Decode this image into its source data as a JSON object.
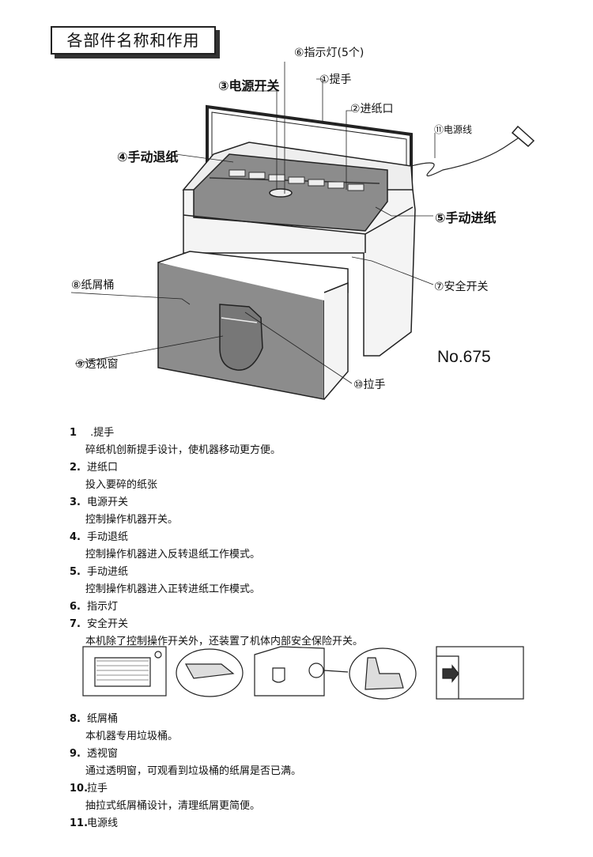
{
  "title": "各部件名称和作用",
  "model": "No.675",
  "labels": {
    "indicator": "⑥指示灯(5个)",
    "power_switch": "③电源开关",
    "handle": "①提手",
    "paper_inlet": "②进纸口",
    "power_cord": "⑪电源线",
    "manual_reverse": "④手动退纸",
    "manual_feed": "⑤手动进纸",
    "bin": "⑧纸屑桶",
    "safety_switch": "⑦安全开关",
    "window": "⑨透视窗",
    "pull_handle": "⑩拉手"
  },
  "items": [
    {
      "num": "1",
      "name": " .提手",
      "desc": "碎纸机创新提手设计，使机器移动更方便。"
    },
    {
      "num": "2.",
      "name": "进纸口",
      "desc": "投入要碎的纸张"
    },
    {
      "num": "3.",
      "name": "电源开关",
      "desc": "控制操作机器开关。"
    },
    {
      "num": "4.",
      "name": "手动退纸",
      "desc": "控制操作机器进入反转退纸工作模式。"
    },
    {
      "num": "5.",
      "name": "手动进纸",
      "desc": "控制操作机器进入正转进纸工作模式。"
    },
    {
      "num": "6.",
      "name": "指示灯",
      "desc": ""
    },
    {
      "num": "7.",
      "name": "安全开关",
      "desc": "本机除了控制操作开关外，还装置了机体内部安全保险开关。"
    },
    {
      "num": "8.",
      "name": "纸屑桶",
      "desc": "本机器专用垃圾桶。"
    },
    {
      "num": "9.",
      "name": "透视窗",
      "desc": "通过透明窗，可观看到垃圾桶的纸屑是否已满。"
    },
    {
      "num": "10.",
      "name": "拉手",
      "desc": "抽拉式纸屑桶设计，清理纸屑更简便。"
    },
    {
      "num": "11.",
      "name": "电源线",
      "desc": ""
    }
  ]
}
